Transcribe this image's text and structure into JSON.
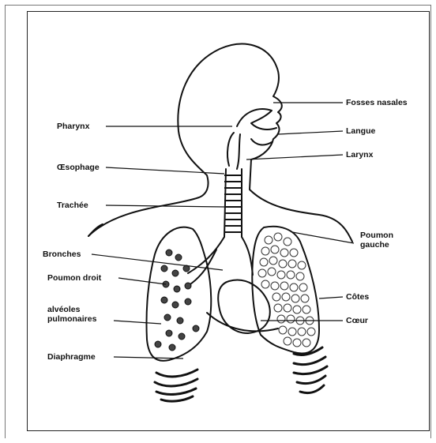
{
  "labels": {
    "fosses_nasales": "Fosses nasales",
    "pharynx": "Pharynx",
    "langue": "Langue",
    "larynx": "Larynx",
    "oesophage": "Œsophage",
    "trachee": "Trachée",
    "poumon_gauche": "Poumon gauche",
    "bronches": "Bronches",
    "poumon_droit": "Poumon droit",
    "cotes": "Côtes",
    "alveoles": "alvéoles pulmonaires",
    "coeur": "Cœur",
    "diaphragme": "Diaphragme"
  }
}
